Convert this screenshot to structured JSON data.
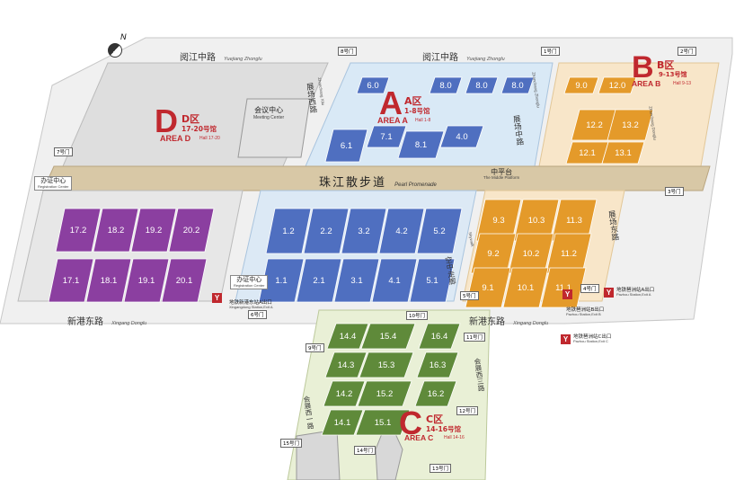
{
  "compass": {
    "label": "N"
  },
  "roads": {
    "yuejiang_left": {
      "cn": "阅江中路",
      "en": "Yuejiang Zhonglu"
    },
    "yuejiang_right": {
      "cn": "阅江中路",
      "en": "Yuejiang Zhonglu"
    },
    "xingang_left": {
      "cn": "新港东路",
      "en": "Xingang Donglu"
    },
    "xingang_right": {
      "cn": "新港东路",
      "en": "Xingang Donglu"
    },
    "promenade": {
      "cn": "珠江散步道",
      "en": "Pearl Promenade"
    },
    "zhanxi": {
      "cn": "展场西路",
      "en": "Zhanchang Xilu"
    },
    "zhanzhong": {
      "cn": "展场中路",
      "en": "Zhanchang Zhonglu"
    },
    "zhandong": {
      "cn": "展场东路",
      "en": "Zhanchang Donglu"
    },
    "huizhan1": {
      "cn": "会展西一路"
    },
    "huizhan3": {
      "cn": "会展西三路"
    },
    "kongzhong": {
      "cn": "空中走廊",
      "en": "Skywalk"
    },
    "middle_platform": {
      "cn": "中平台",
      "en": "The Middle Platform"
    }
  },
  "areas": {
    "A": {
      "letter": "A",
      "cn": "A区",
      "range": "1-8号馆",
      "en": "AREA A",
      "halls": "Hall 1-8"
    },
    "B": {
      "letter": "B",
      "cn": "B区",
      "range": "9-13号馆",
      "en": "AREA B",
      "halls": "Hall 9-13"
    },
    "C": {
      "letter": "C",
      "cn": "C区",
      "range": "14-16号馆",
      "en": "AREA C",
      "halls": "Hall 14-16"
    },
    "D": {
      "letter": "D",
      "cn": "D区",
      "range": "17-20号馆",
      "en": "AREA D",
      "halls": "Hall 17-20"
    }
  },
  "meeting_center": {
    "cn": "会议中心",
    "en": "Meeting Center"
  },
  "registration": [
    {
      "cn": "办证中心",
      "en": "Registration Center"
    },
    {
      "cn": "办证中心",
      "en": "Registration Center"
    }
  ],
  "gates": [
    "8号门",
    "1号门",
    "2号门",
    "7号门",
    "3号门",
    "4号门",
    "5号门",
    "6号门",
    "10号门",
    "11号门",
    "9号门",
    "12号门",
    "15号门",
    "14号门",
    "13号门"
  ],
  "metro": [
    {
      "cn": "地铁新港东站A出口",
      "en": "Xingangdong Station,Exit A"
    },
    {
      "cn": "地铁琶洲站B出口",
      "en": "Pazhou Station,Exit B"
    },
    {
      "cn": "地铁琶洲站A出口",
      "en": "Pazhou Station,Exit A"
    },
    {
      "cn": "地铁琶洲站C出口",
      "en": "Pazhou Station,Exit C"
    }
  ],
  "halls": {
    "A": [
      "6.0",
      "8.0",
      "8.0",
      "8.0",
      "7.1",
      "8.1",
      "6.1",
      "4.0"
    ],
    "B": [
      "9.0",
      "12.0",
      "12.2",
      "13.2",
      "12.1",
      "13.1"
    ],
    "D": [
      "17.2",
      "18.2",
      "19.2",
      "20.2",
      "17.1",
      "18.1",
      "19.1",
      "20.1"
    ],
    "A_south": [
      "1.2",
      "2.2",
      "3.2",
      "4.2",
      "5.2",
      "1.1",
      "2.1",
      "3.1",
      "4.1",
      "5.1"
    ],
    "B_south": [
      "9.3",
      "10.3",
      "11.3",
      "9.2",
      "10.2",
      "11.2",
      "9.1",
      "10.1",
      "11.1"
    ],
    "C": [
      "14.4",
      "15.4",
      "16.4",
      "14.3",
      "15.3",
      "16.3",
      "14.2",
      "15.2",
      "16.2",
      "14.1",
      "15.1"
    ]
  },
  "colors": {
    "A": "#4f6fc0",
    "B": "#e49a2a",
    "C": "#5f8a3a",
    "D": "#8b3fa0",
    "red": "#c0282e"
  }
}
